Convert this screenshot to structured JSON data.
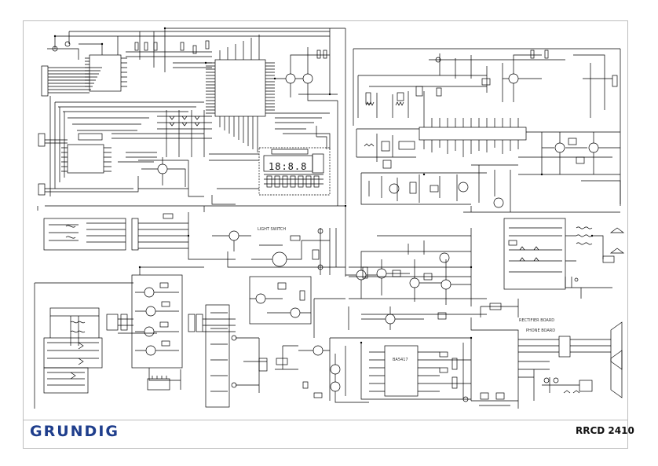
{
  "brand": {
    "name": "GRUNDIG",
    "color": "#1f3e8c"
  },
  "model": "RRCD 2410",
  "display_readout": "18:8.8",
  "labels": {
    "rectifier_board": "RECTIFIER BOARD",
    "phone_board": "PHONE BOARD",
    "light_switch": "LIGHT SWITCH",
    "ic_main": "BA5417"
  },
  "colors": {
    "lines": "#000000",
    "frame": "#bdbdbd"
  }
}
